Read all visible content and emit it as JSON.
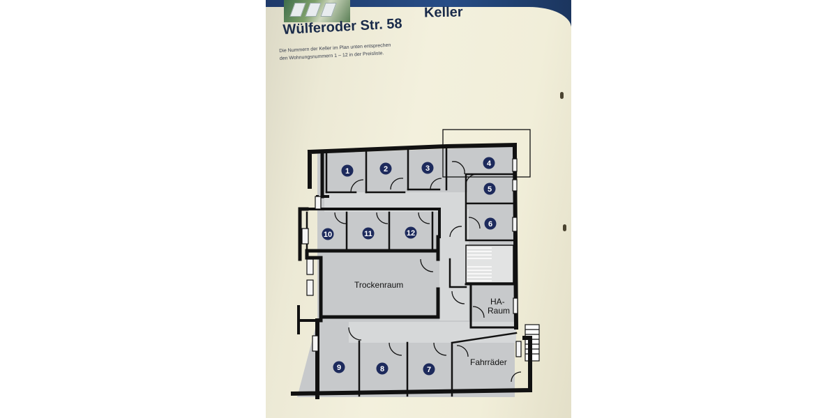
{
  "header": {
    "street": "Wülferoder Str. 58",
    "floor": "Keller",
    "note_line1": "Die Nummern der Keller im Plan unten entsprechen",
    "note_line2": "den Wohnungsnummern 1 – 12 in der Preisliste."
  },
  "rooms": {
    "trockenraum": "Trockenraum",
    "ha_line1": "HA-",
    "ha_line2": "Raum",
    "fahrraeder": "Fahrräder"
  },
  "cellars": [
    "1",
    "2",
    "3",
    "4",
    "5",
    "6",
    "7",
    "8",
    "9",
    "10",
    "11",
    "12"
  ],
  "colors": {
    "wall": "#111111",
    "room_fill": "#c7c9cb",
    "badge": "#1d2a5c",
    "paper": "#f1eed9"
  }
}
